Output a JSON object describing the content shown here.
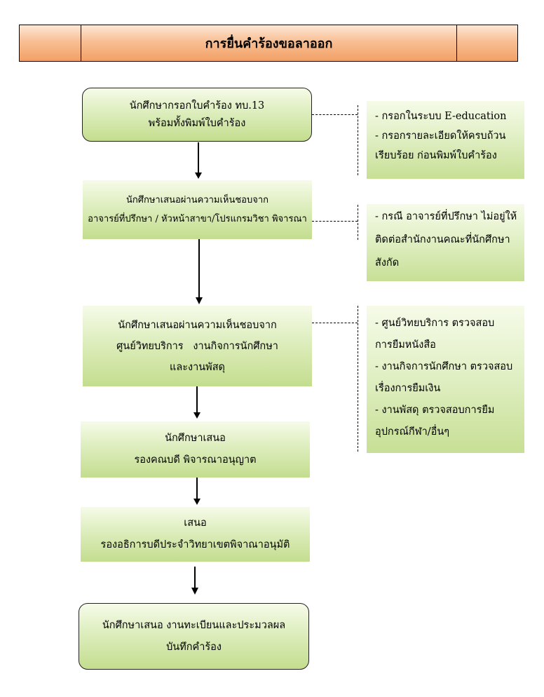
{
  "title": "การยื่นคำร้องขอลาออก",
  "steps": [
    {
      "line1": "นักศึกษากรอกใบคำร้อง ทบ.13",
      "line2": "พร้อมทั้งพิมพ์ใบคำร้อง"
    },
    {
      "line1": "นักศึกษาเสนอผ่านความเห็นชอบจาก",
      "line2": "อาจารย์ที่ปรึกษา / หัวหน้าสาขา/โปรแกรมวิชา พิจารณา"
    },
    {
      "line1": "นักศึกษาเสนอผ่านความเห็นชอบจาก",
      "line2": "ศูนย์วิทยบริการ   งานกิจการนักศึกษา",
      "line3": "และงานพัสดุ"
    },
    {
      "line1": "นักศึกษาเสนอ",
      "line2": "รองคณบดี พิจารณาอนุญาต"
    },
    {
      "line1": "เสนอ",
      "line2": "รองอธิการบดีประจำวิทยาเขตพิจาณาอนุมัติ"
    },
    {
      "line1": "นักศึกษาเสนอ งานทะเบียนและประมวลผล",
      "line2": "บันทึกคำร้อง"
    }
  ],
  "notes": [
    {
      "lines": [
        "- กรอกในระบบ E-education",
        "- กรอกรายละเอียดให้ครบถ้วน",
        "เรียบร้อย ก่อนพิมพ์ใบคำร้อง"
      ]
    },
    {
      "lines": [
        "- กรณี อาจารย์ที่ปรึกษา ไม่อยู่ให้",
        "ติดต่อสำนักงานคณะที่นักศึกษา",
        "สังกัด"
      ]
    },
    {
      "lines": [
        "- ศูนย์วิทยบริการ ตรวจสอบ",
        "การยืมหนังสือ",
        "- งานกิจการนักศึกษา ตรวจสอบ",
        "เรื่องการยืมเงิน",
        "- งานพัสดุ ตรวจสอบการยืม",
        "อุปกรณ์กีฬา/อื่นๆ"
      ]
    }
  ]
}
